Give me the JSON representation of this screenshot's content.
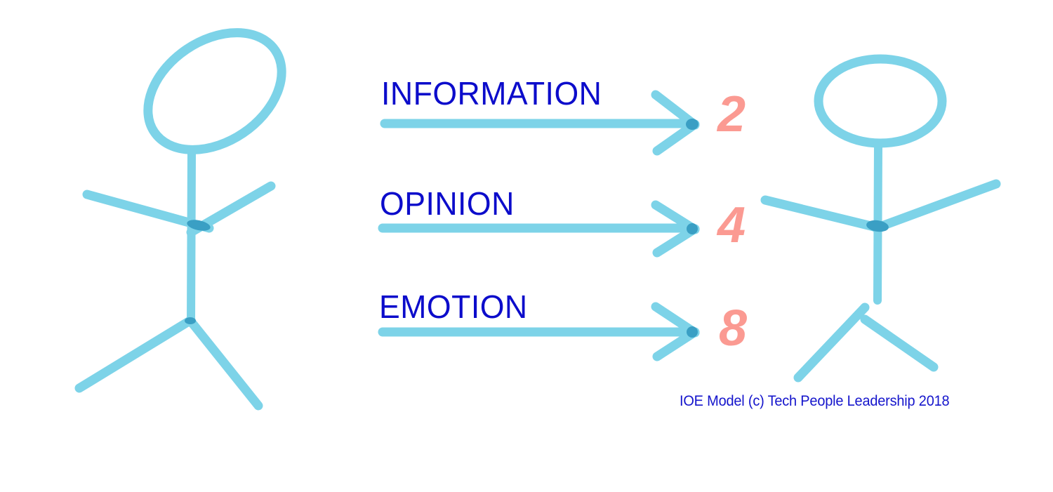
{
  "diagram": {
    "title": "IOE Model",
    "background_color": "#ffffff",
    "stroke_color": "#7dd3e8",
    "overlap_color": "#3a9fc4",
    "label_color": "#0c0ccb",
    "number_color": "#fb9a92"
  },
  "figures": {
    "sender": {
      "name": "sender-stick-figure",
      "head_shape": "tilted-ellipse",
      "parts": [
        "head",
        "torso",
        "left-arm",
        "right-arm",
        "left-leg",
        "right-leg"
      ]
    },
    "receiver": {
      "name": "receiver-stick-figure",
      "head_shape": "ellipse",
      "parts": [
        "head",
        "torso",
        "left-arm",
        "right-arm",
        "left-leg",
        "right-leg"
      ]
    }
  },
  "channels": [
    {
      "label": "INFORMATION",
      "weight": "2",
      "arrow": "arrow-right"
    },
    {
      "label": "OPINION",
      "weight": "4",
      "arrow": "arrow-right"
    },
    {
      "label": "EMOTION",
      "weight": "8",
      "arrow": "arrow-right"
    }
  ],
  "credit": {
    "text": "IOE Model (c) Tech People Leadership 2018"
  }
}
